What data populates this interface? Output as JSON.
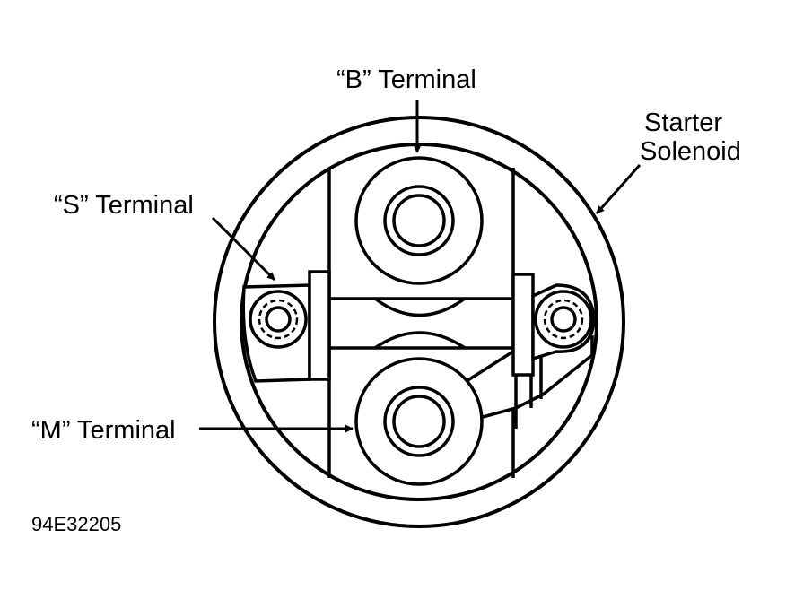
{
  "labels": {
    "b_terminal": "“B” Terminal",
    "starter_line1": "Starter",
    "starter_line2": "Solenoid",
    "s_terminal": "“S” Terminal",
    "m_terminal": "“M” Terminal",
    "figure_code": "94E32205"
  },
  "colors": {
    "ink": "#000000",
    "paper": "#ffffff"
  }
}
